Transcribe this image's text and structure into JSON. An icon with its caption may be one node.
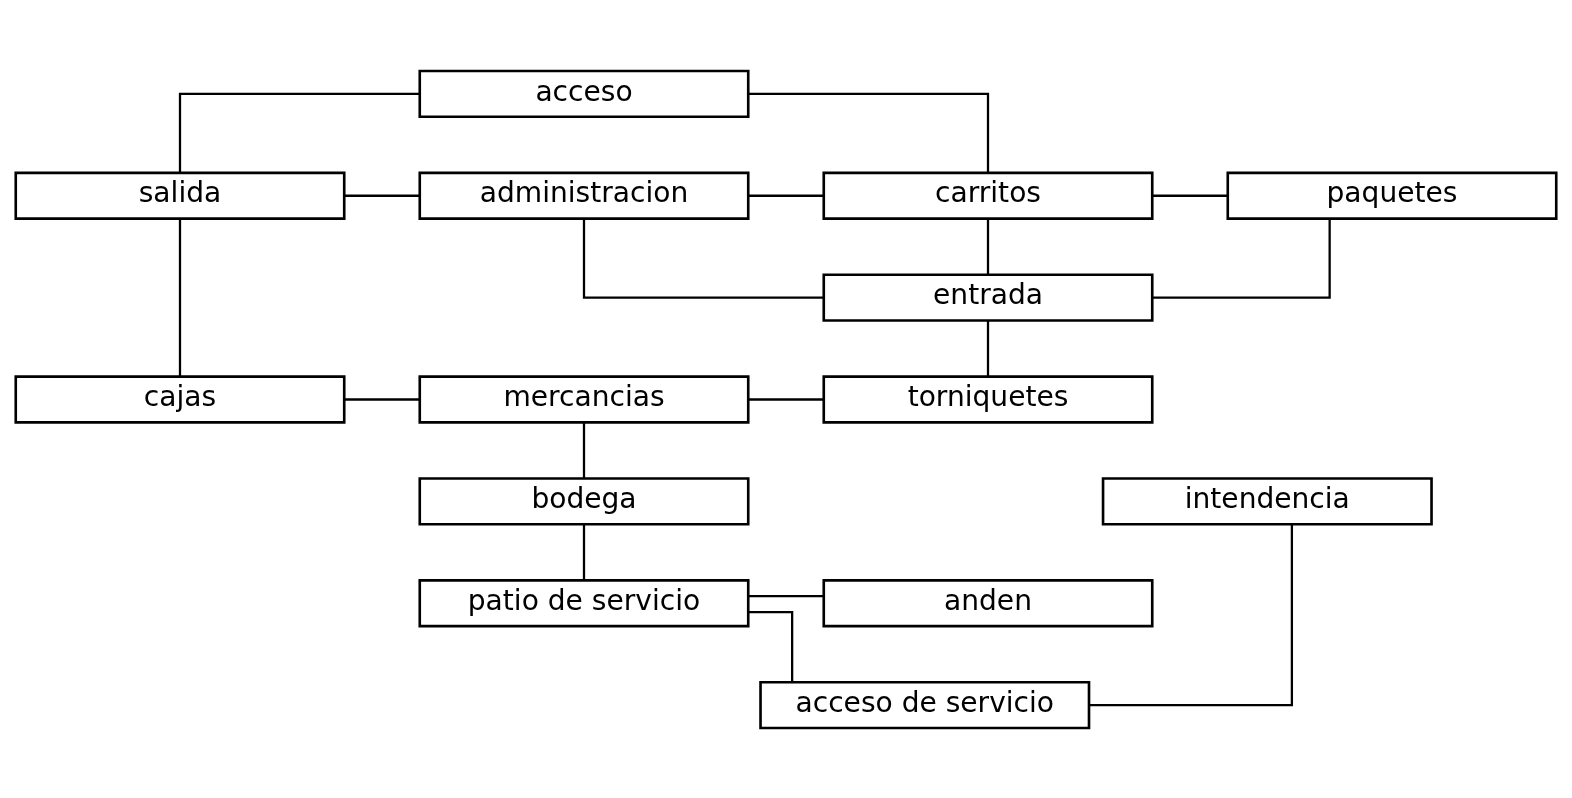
{
  "diagram": {
    "nodes": [
      {
        "text": [
          "acceso"
        ]
      },
      {
        "text": [
          "carritos"
        ]
      },
      {
        "text": [
          "salida"
        ]
      },
      {
        "text": [
          "administracion"
        ]
      },
      {
        "text": [
          "paquetes"
        ]
      },
      {
        "text": [
          "entrada"
        ]
      },
      {
        "text": [
          "cajas"
        ]
      },
      {
        "text": [
          "mercancias"
        ]
      },
      {
        "text": [
          "torniquetes"
        ]
      },
      {
        "text": [
          "intendencia"
        ]
      },
      {
        "text": [
          "bodega"
        ]
      },
      {
        "text": [
          "patio de servicio"
        ]
      },
      {
        "text": [
          "anden"
        ]
      },
      {
        "text": [
          "acceso de servicio"
        ]
      }
    ],
    "edges": [
      {
        "from": 0,
        "to": 2,
        "arrow": "none"
      },
      {
        "from": 0,
        "to": 1,
        "arrow": "none"
      },
      {
        "from": 2,
        "to": 3,
        "arrow": "none"
      },
      {
        "from": 3,
        "to": 1,
        "arrow": "none"
      },
      {
        "from": 3,
        "to": 5,
        "arrow": "none"
      },
      {
        "from": 1,
        "to": 4,
        "arrow": "none"
      },
      {
        "from": 5,
        "to": 4,
        "arrow": "none"
      },
      {
        "from": 1,
        "to": 5,
        "arrow": "none"
      },
      {
        "from": 5,
        "to": 8,
        "arrow": "none"
      },
      {
        "from": 2,
        "to": 6,
        "arrow": "none"
      },
      {
        "from": 6,
        "to": 7,
        "arrow": "none"
      },
      {
        "from": 7,
        "to": 8,
        "arrow": "none"
      },
      {
        "from": 7,
        "to": 10,
        "arrow": "none"
      },
      {
        "from": 10,
        "to": 11,
        "arrow": "none"
      },
      {
        "from": 11,
        "to": 12,
        "arrow": "none"
      },
      {
        "from": 11,
        "to": 13,
        "arrow": "none"
      },
      {
        "from": 9,
        "to": 13,
        "arrow": "none"
      }
    ]
  }
}
